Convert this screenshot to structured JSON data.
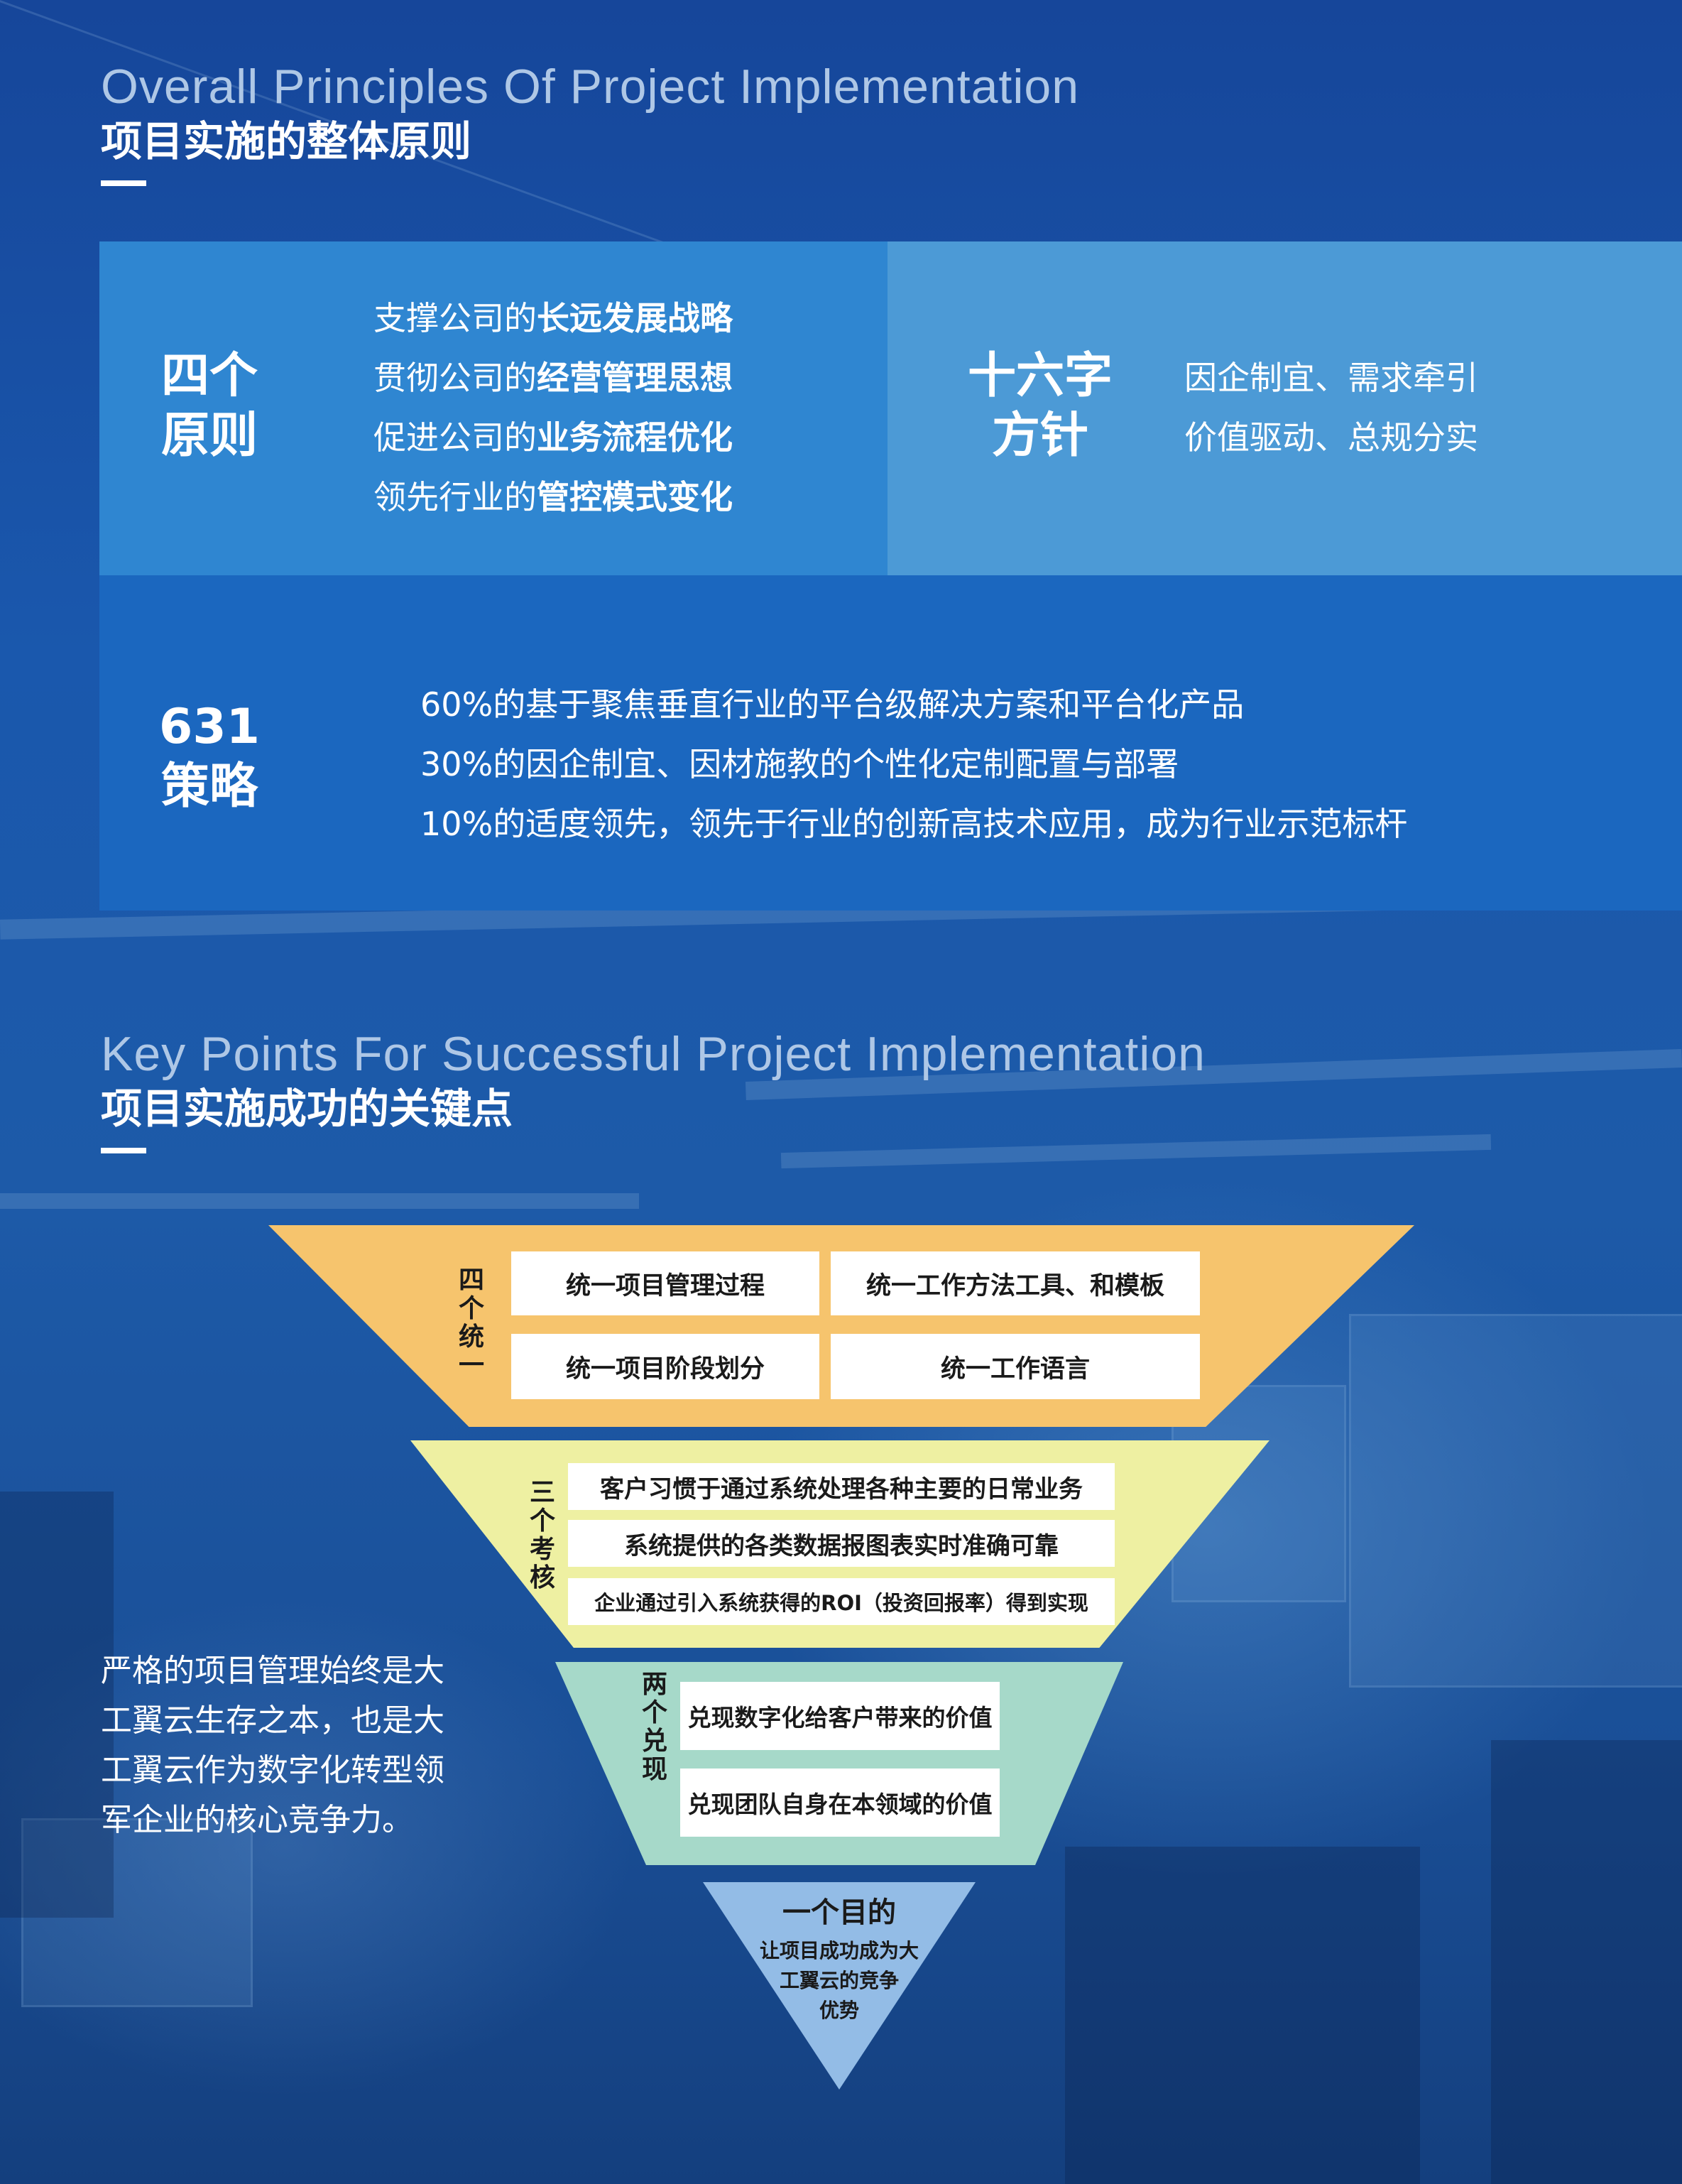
{
  "colors": {
    "accent_dark": "#1b67bf",
    "accent_mid": "#2f86d1",
    "accent_light": "#4c9ad6",
    "tier1": "#f6c46d",
    "tier2": "#eef0a2",
    "tier3": "#a6d9c9",
    "tier4": "#93bce6"
  },
  "section1": {
    "title_en": "Overall Principles Of Project Implementation",
    "title_zh": "项目实施的整体原则"
  },
  "principles": {
    "label_line1": "四个",
    "label_line2": "原则",
    "items": [
      {
        "plain": "支撑公司的",
        "bold": "长远发展战略"
      },
      {
        "plain": "贯彻公司的",
        "bold": "经营管理思想"
      },
      {
        "plain": "促进公司的",
        "bold": "业务流程优化"
      },
      {
        "plain": "领先行业的",
        "bold": "管控模式变化"
      }
    ]
  },
  "guideline": {
    "label_line1": "十六字",
    "label_line2": "方针",
    "items": [
      "因企制宜、需求牵引",
      "价值驱动、总规分实"
    ]
  },
  "strategy": {
    "label_line1": "631",
    "label_line2": "策略",
    "items": [
      "60%的基于聚焦垂直行业的平台级解决方案和平台化产品",
      "30%的因企制宜、因材施教的个性化定制配置与部署",
      "10%的适度领先，领先于行业的创新高技术应用，成为行业示范标杆"
    ]
  },
  "section2": {
    "title_en": "Key Points For Successful Project Implementation",
    "title_zh": "项目实施成功的关键点"
  },
  "pyramid": {
    "tier1": {
      "label": "四个统一",
      "items": [
        "统一项目管理过程",
        "统一工作方法工具、和模板",
        "统一项目阶段划分",
        "统一工作语言"
      ]
    },
    "tier2": {
      "label": "三个考核",
      "items": [
        "客户习惯于通过系统处理各种主要的日常业务",
        "系统提供的各类数据报图表实时准确可靠",
        "企业通过引入系统获得的ROI（投资回报率）得到实现"
      ]
    },
    "tier3": {
      "label": "两个兑现",
      "items": [
        "兑现数字化给客户带来的价值",
        "兑现团队自身在本领域的价值"
      ]
    },
    "tier4": {
      "title": "一个目的",
      "body_line1": "让项目成功成为大",
      "body_line2": "工翼云的竞争",
      "body_line3": "优势"
    }
  },
  "side_note": "严格的项目管理始终是大工翼云生存之本，也是大工翼云作为数字化转型领军企业的核心竞争力。"
}
